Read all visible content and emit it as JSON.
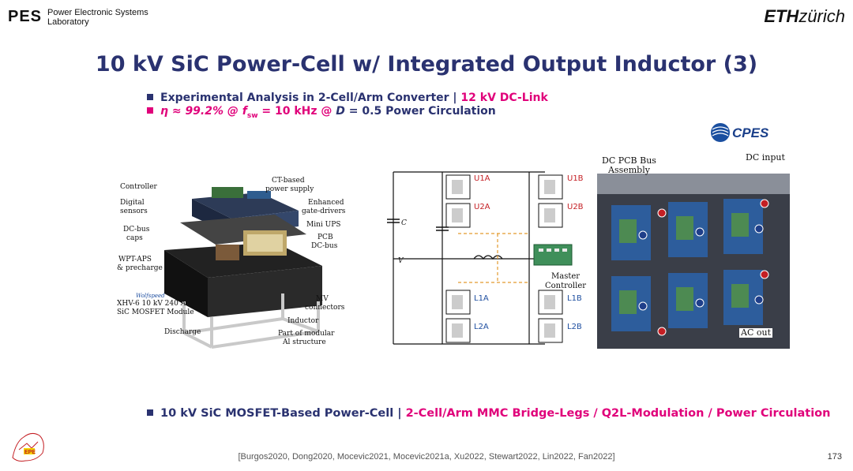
{
  "header": {
    "pes_mark": "PES",
    "pes_line1": "Power Electronic Systems",
    "pes_line2": "Laboratory",
    "eth_bold": "ETH",
    "eth_rest": "zürich"
  },
  "title": "10 kV SiC Power-Cell w/ Integrated Output Inductor (3)",
  "bullets": {
    "b1_main": "Experimental Analysis in 2-Cell/Arm Converter | ",
    "b1_pink": "12 kV DC-Link",
    "b2_eta": "η ≈ 99.2% @ ",
    "b2_f": "f",
    "b2_fsub": "sw",
    "b2_mid": " = 10 kHz @ ",
    "b2_d": "D",
    "b2_rest": " = 0.5 Power Circulation"
  },
  "bottom": {
    "main": "10 kV SiC MOSFET-Based Power-Cell  |  ",
    "pink": "2-Cell/Arm MMC Bridge-Legs / Q2L-Modulation / Power Circulation"
  },
  "references": "[Burgos2020, Dong2020, Mocevic2021, Mocevic2021a, Xu2022, Stewart2022, Lin2022, Fan2022]",
  "page_number": "173",
  "cpes_logo": "CPES",
  "photo1_labels": {
    "controller": "Controller",
    "ct_power": "CT-based",
    "ct_power2": "power supply",
    "digital": "Digital",
    "digital2": "sensors",
    "enhanced": "Enhanced",
    "enhanced2": "gate-drivers",
    "dcbus": "DC-bus",
    "dcbus2": "caps",
    "miniups": "Mini UPS",
    "pcb": "PCB",
    "pcb2": "DC-bus",
    "wpt": "WPT-APS",
    "wpt2": "& precharge",
    "wolfspeed": "Wolfspeed",
    "xhv": "XHV-6 10 kV 240 A",
    "xhv2": "SiC MOSFET Module",
    "mv": "MV",
    "mv2": "connectors",
    "inductor": "Inductor",
    "discharge": "Discharge",
    "modular": "Part of modular",
    "modular2": "Al structure"
  },
  "circuit_labels": {
    "u1a": "U1A",
    "u2a": "U2A",
    "u1b": "U1B",
    "u2b": "U2B",
    "l1a": "L1A",
    "l2a": "L2A",
    "l1b": "L1B",
    "l2b": "L2B",
    "cdc": "C",
    "vdc": "V",
    "master": "Master",
    "master2": "Controller"
  },
  "photo3_labels": {
    "dcpcb": "DC PCB Bus",
    "dcpcb2": "Assembly",
    "dcinput": "DC input",
    "acout": "AC out"
  }
}
